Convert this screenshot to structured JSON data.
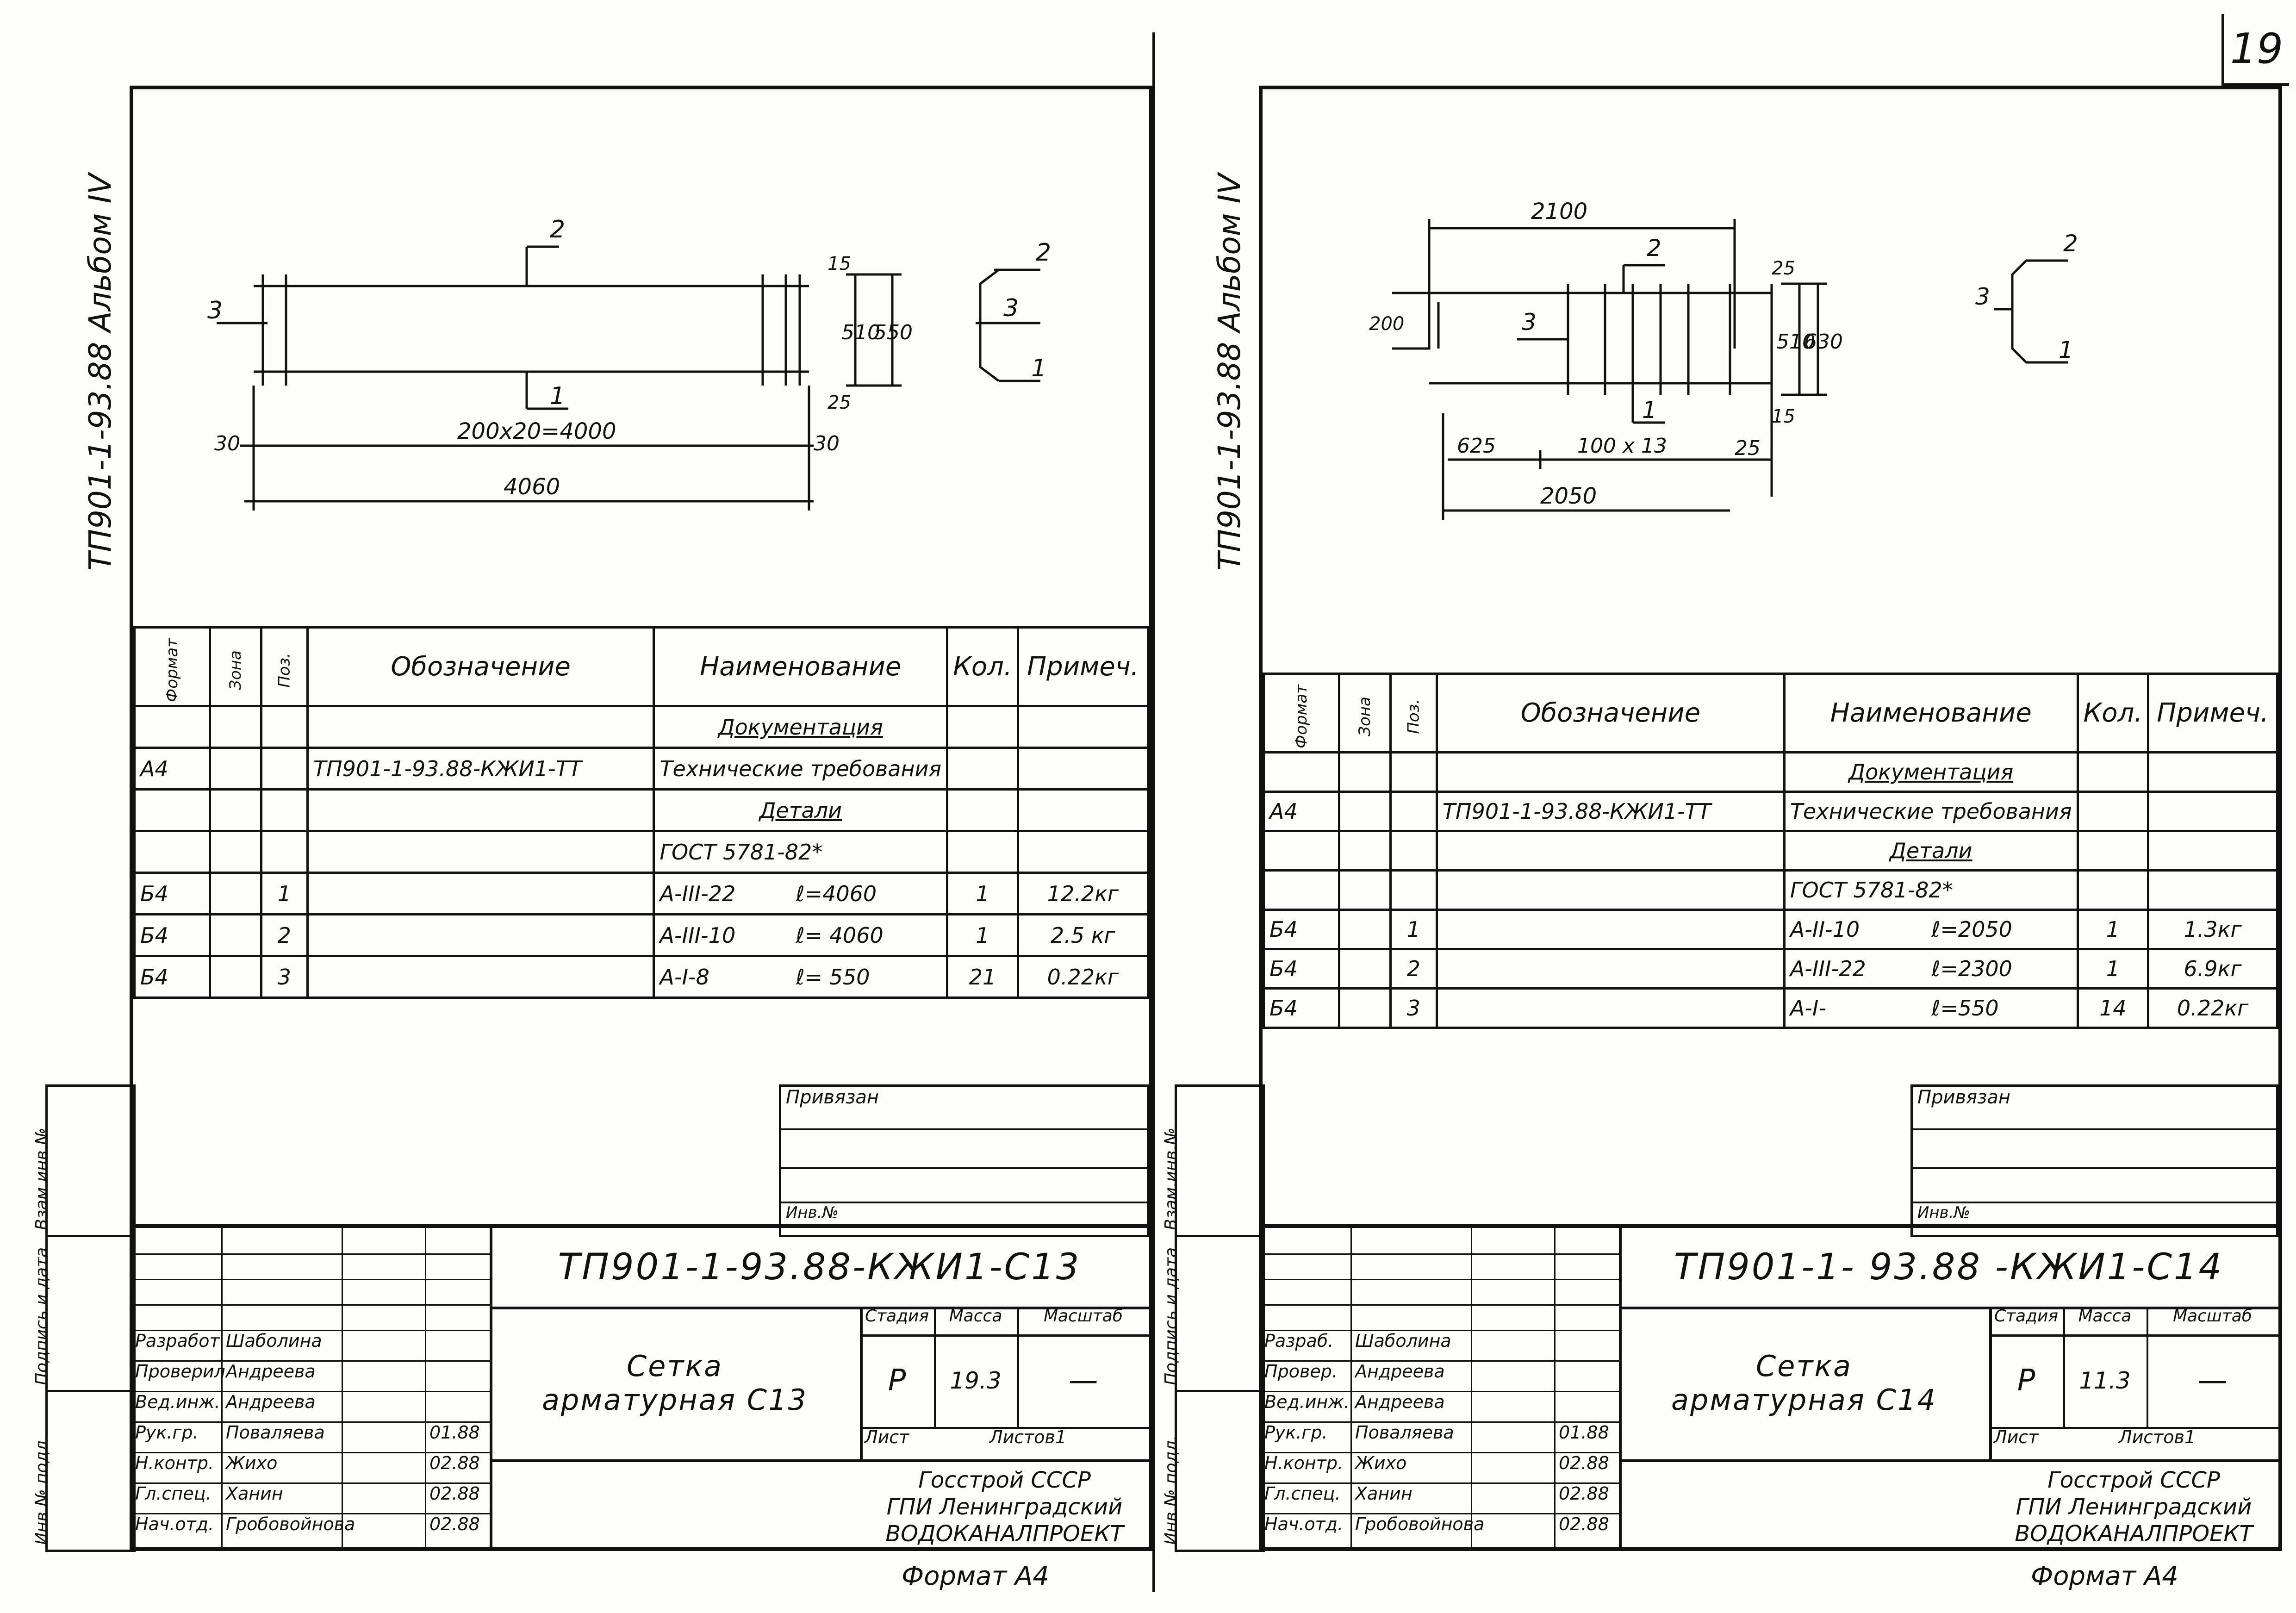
{
  "page_number": "19",
  "sheets": [
    {
      "album_label": "ТП901-1-93.88 Альбом IV",
      "drawing": {
        "labels": [
          "2",
          "3",
          "1",
          "30",
          "30",
          "15",
          "25",
          "510",
          "550",
          "2",
          "3",
          "1"
        ],
        "dim_bottom_inner": "200х20=4000",
        "dim_bottom_overall": "4060"
      },
      "table": {
        "headers": {
          "format": "Формат",
          "zone": "Зона",
          "pos": "Поз.",
          "designation": "Обозначение",
          "name": "Наименование",
          "qty": "Кол.",
          "note": "Примеч."
        },
        "rows": [
          {
            "format": "",
            "zone": "",
            "pos": "",
            "designation": "",
            "name": "Документация",
            "length": "",
            "qty": "",
            "note": ""
          },
          {
            "format": "А4",
            "zone": "",
            "pos": "",
            "designation": "ТП901-1-93.88-КЖИ1-ТТ",
            "name": "Технические требования",
            "length": "",
            "qty": "",
            "note": ""
          },
          {
            "format": "",
            "zone": "",
            "pos": "",
            "designation": "",
            "name": "Детали",
            "length": "",
            "qty": "",
            "note": ""
          },
          {
            "format": "",
            "zone": "",
            "pos": "",
            "designation": "",
            "name": "ГОСТ 5781-82*",
            "length": "",
            "qty": "",
            "note": ""
          },
          {
            "format": "Б4",
            "zone": "",
            "pos": "1",
            "designation": "",
            "name": "А-III-22",
            "length": "ℓ=4060",
            "qty": "1",
            "note": "12.2кг"
          },
          {
            "format": "Б4",
            "zone": "",
            "pos": "2",
            "designation": "",
            "name": "А-III-10",
            "length": "ℓ= 4060",
            "qty": "1",
            "note": "2.5 кг"
          },
          {
            "format": "Б4",
            "zone": "",
            "pos": "3",
            "designation": "",
            "name": "А-I-8",
            "length": "ℓ= 550",
            "qty": "21",
            "note": "0.22кг"
          }
        ]
      },
      "side_stamp": [
        "Взам.инв.№",
        "Подпись и дата",
        "Инв.№ подл."
      ],
      "tie_box": {
        "title": "Привязан",
        "inv": "Инв.№"
      },
      "title_block": {
        "code": "ТП901-1-93.88-КЖИ1-С13",
        "name_line1": "Сетка",
        "name_line2": "арматурная С13",
        "stage_label": "Стадия",
        "mass_label": "Масса",
        "scale_label": "Масштаб",
        "stage": "Р",
        "mass": "19.3",
        "scale": "—",
        "sheet_label": "Лист",
        "sheets_label": "Листов1",
        "org_line1": "Госстрой СССР",
        "org_line2": "ГПИ Ленинградский",
        "org_line3": "ВОДОКАНАЛПРОЕКТ",
        "people": [
          {
            "role": "Разработ.",
            "name": "Шаболина",
            "date": ""
          },
          {
            "role": "Проверил",
            "name": "Андреева",
            "date": ""
          },
          {
            "role": "Вед.инж.",
            "name": "Андреева",
            "date": ""
          },
          {
            "role": "Рук.гр.",
            "name": "Поваляева",
            "date": "01.88"
          },
          {
            "role": "Н.контр.",
            "name": "Жихо",
            "date": "02.88"
          },
          {
            "role": "Гл.спец.",
            "name": "Ханин",
            "date": "02.88"
          },
          {
            "role": "Нач.отд.",
            "name": "Гробовойнова",
            "date": "02.88"
          }
        ]
      },
      "format_label": "Формат А4"
    },
    {
      "album_label": "ТП901-1-93.88 Альбом IV",
      "drawing": {
        "labels": [
          "2100",
          "2",
          "200",
          "3",
          "1",
          "25",
          "510",
          "630",
          "15",
          "25",
          "2",
          "3",
          "1"
        ],
        "dim_625": "625",
        "dim_inner": "100 х 13",
        "dim_overall": "2050"
      },
      "table": {
        "headers": {
          "format": "Формат",
          "zone": "Зона",
          "pos": "Поз.",
          "designation": "Обозначение",
          "name": "Наименование",
          "qty": "Кол.",
          "note": "Примеч."
        },
        "rows": [
          {
            "format": "",
            "zone": "",
            "pos": "",
            "designation": "",
            "name": "Документация",
            "length": "",
            "qty": "",
            "note": ""
          },
          {
            "format": "А4",
            "zone": "",
            "pos": "",
            "designation": "ТП901-1-93.88-КЖИ1-ТТ",
            "name": "Технические требования",
            "length": "",
            "qty": "",
            "note": ""
          },
          {
            "format": "",
            "zone": "",
            "pos": "",
            "designation": "",
            "name": "Детали",
            "length": "",
            "qty": "",
            "note": ""
          },
          {
            "format": "",
            "zone": "",
            "pos": "",
            "designation": "",
            "name": "ГОСТ 5781-82*",
            "length": "",
            "qty": "",
            "note": ""
          },
          {
            "format": "Б4",
            "zone": "",
            "pos": "1",
            "designation": "",
            "name": "А-II-10",
            "length": "ℓ=2050",
            "qty": "1",
            "note": "1.3кг"
          },
          {
            "format": "Б4",
            "zone": "",
            "pos": "2",
            "designation": "",
            "name": "А-III-22",
            "length": "ℓ=2300",
            "qty": "1",
            "note": "6.9кг"
          },
          {
            "format": "Б4",
            "zone": "",
            "pos": "3",
            "designation": "",
            "name": "А-I-",
            "length": "ℓ=550",
            "qty": "14",
            "note": "0.22кг"
          }
        ]
      },
      "side_stamp": [
        "Взам.инв.№",
        "Подпись и дата",
        "Инв.№ подл."
      ],
      "tie_box": {
        "title": "Привязан",
        "inv": "Инв.№"
      },
      "title_block": {
        "code": "ТП901-1- 93.88 -КЖИ1-С14",
        "name_line1": "Сетка",
        "name_line2": "арматурная С14",
        "stage_label": "Стадия",
        "mass_label": "Масса",
        "scale_label": "Масштаб",
        "stage": "Р",
        "mass": "11.3",
        "scale": "—",
        "sheet_label": "Лист",
        "sheets_label": "Листов1",
        "org_line1": "Госстрой СССР",
        "org_line2": "ГПИ Ленинградский",
        "org_line3": "ВОДОКАНАЛПРОЕКТ",
        "people": [
          {
            "role": "Разраб.",
            "name": "Шаболина",
            "date": ""
          },
          {
            "role": "Провер.",
            "name": "Андреева",
            "date": ""
          },
          {
            "role": "Вед.инж.",
            "name": "Андреева",
            "date": ""
          },
          {
            "role": "Рук.гр.",
            "name": "Поваляева",
            "date": "01.88"
          },
          {
            "role": "Н.контр.",
            "name": "Жихо",
            "date": "02.88"
          },
          {
            "role": "Гл.спец.",
            "name": "Ханин",
            "date": "02.88"
          },
          {
            "role": "Нач.отд.",
            "name": "Гробовойнова",
            "date": "02.88"
          }
        ]
      },
      "format_label": "Формат А4"
    }
  ]
}
